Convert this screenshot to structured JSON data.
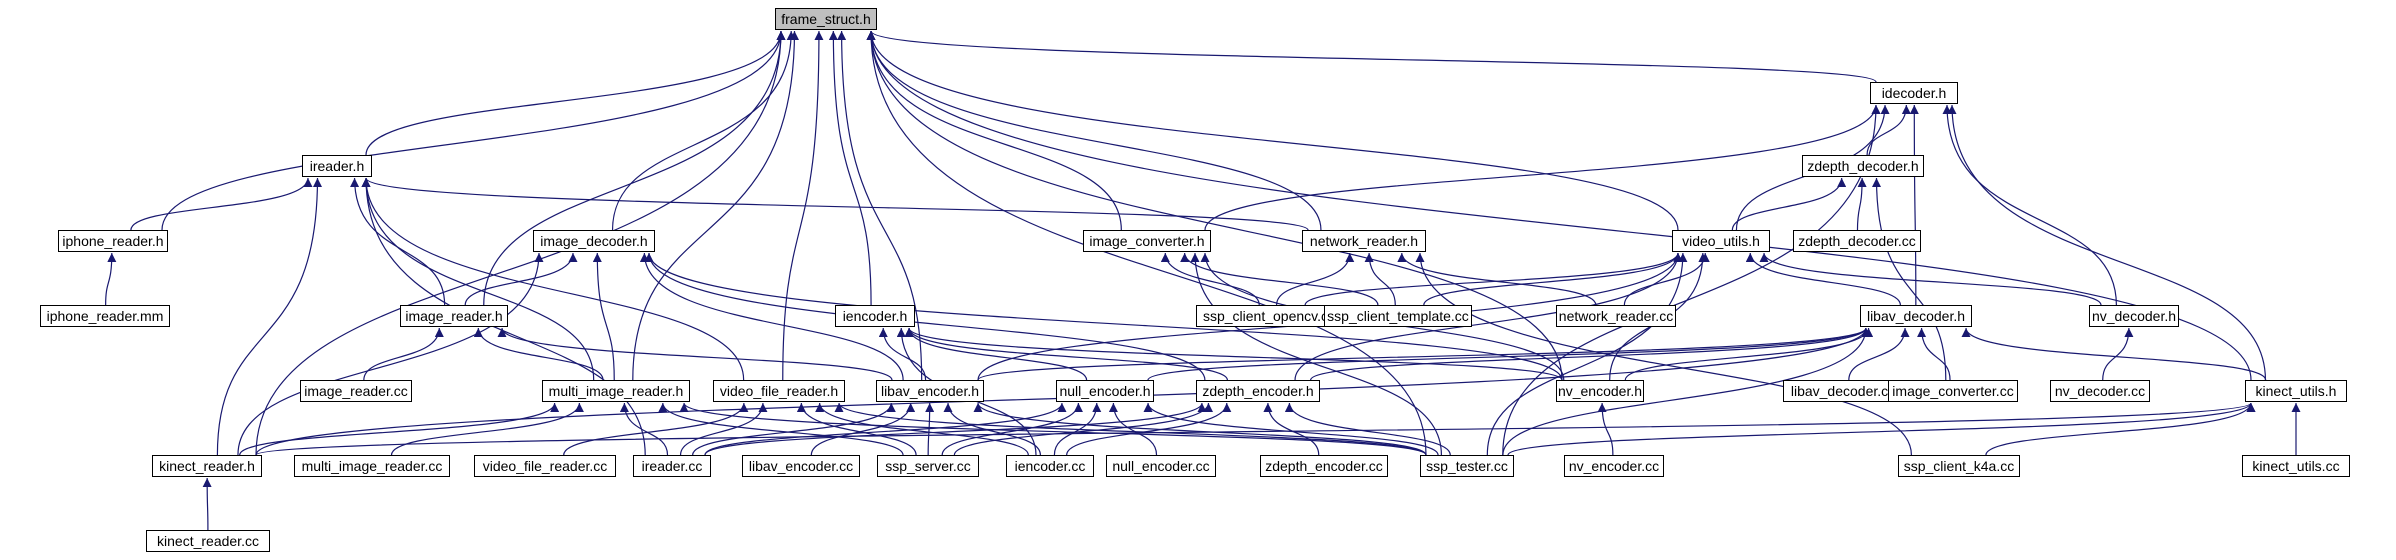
{
  "colors": {
    "edge": "#191970",
    "node_border": "#000000",
    "root_fill": "#bfbfbf",
    "node_fill": "#ffffff"
  },
  "nodes": [
    {
      "id": "frame_struct",
      "label": "frame_struct.h",
      "root": true
    },
    {
      "id": "idecoder",
      "label": "idecoder.h"
    },
    {
      "id": "ireader",
      "label": "ireader.h"
    },
    {
      "id": "zdepth_decoder",
      "label": "zdepth_decoder.h"
    },
    {
      "id": "iphone_reader",
      "label": "iphone_reader.h"
    },
    {
      "id": "image_decoder",
      "label": "image_decoder.h"
    },
    {
      "id": "image_converter",
      "label": "image_converter.h"
    },
    {
      "id": "network_reader",
      "label": "network_reader.h"
    },
    {
      "id": "video_utils",
      "label": "video_utils.h"
    },
    {
      "id": "zdepth_decoder_cc",
      "label": "zdepth_decoder.cc"
    },
    {
      "id": "iphone_reader_mm",
      "label": "iphone_reader.mm"
    },
    {
      "id": "image_reader",
      "label": "image_reader.h"
    },
    {
      "id": "iencoder",
      "label": "iencoder.h"
    },
    {
      "id": "ssp_client_opencv",
      "label": "ssp_client_opencv.cc"
    },
    {
      "id": "ssp_client_template",
      "label": "ssp_client_template.cc"
    },
    {
      "id": "network_reader_cc",
      "label": "network_reader.cc"
    },
    {
      "id": "libav_decoder",
      "label": "libav_decoder.h"
    },
    {
      "id": "nv_decoder",
      "label": "nv_decoder.h"
    },
    {
      "id": "image_reader_cc",
      "label": "image_reader.cc"
    },
    {
      "id": "multi_image_reader",
      "label": "multi_image_reader.h"
    },
    {
      "id": "video_file_reader",
      "label": "video_file_reader.h"
    },
    {
      "id": "libav_encoder",
      "label": "libav_encoder.h"
    },
    {
      "id": "null_encoder",
      "label": "null_encoder.h"
    },
    {
      "id": "zdepth_encoder",
      "label": "zdepth_encoder.h"
    },
    {
      "id": "nv_encoder",
      "label": "nv_encoder.h"
    },
    {
      "id": "libav_decoder_cc",
      "label": "libav_decoder.cc"
    },
    {
      "id": "image_converter_cc",
      "label": "image_converter.cc"
    },
    {
      "id": "nv_decoder_cc",
      "label": "nv_decoder.cc"
    },
    {
      "id": "kinect_utils",
      "label": "kinect_utils.h"
    },
    {
      "id": "kinect_reader",
      "label": "kinect_reader.h"
    },
    {
      "id": "multi_image_reader_cc",
      "label": "multi_image_reader.cc"
    },
    {
      "id": "video_file_reader_cc",
      "label": "video_file_reader.cc"
    },
    {
      "id": "ireader_cc",
      "label": "ireader.cc"
    },
    {
      "id": "libav_encoder_cc",
      "label": "libav_encoder.cc"
    },
    {
      "id": "ssp_server",
      "label": "ssp_server.cc"
    },
    {
      "id": "iencoder_cc",
      "label": "iencoder.cc"
    },
    {
      "id": "null_encoder_cc",
      "label": "null_encoder.cc"
    },
    {
      "id": "zdepth_encoder_cc",
      "label": "zdepth_encoder.cc"
    },
    {
      "id": "ssp_tester",
      "label": "ssp_tester.cc"
    },
    {
      "id": "nv_encoder_cc",
      "label": "nv_encoder.cc"
    },
    {
      "id": "ssp_client_k4a",
      "label": "ssp_client_k4a.cc"
    },
    {
      "id": "kinect_utils_cc",
      "label": "kinect_utils.cc"
    },
    {
      "id": "kinect_reader_cc",
      "label": "kinect_reader.cc"
    }
  ],
  "edges": [
    [
      "frame_struct",
      "ireader"
    ],
    [
      "frame_struct",
      "iphone_reader"
    ],
    [
      "frame_struct",
      "image_decoder"
    ],
    [
      "frame_struct",
      "image_converter"
    ],
    [
      "frame_struct",
      "network_reader"
    ],
    [
      "frame_struct",
      "video_utils"
    ],
    [
      "frame_struct",
      "image_reader"
    ],
    [
      "frame_struct",
      "iencoder"
    ],
    [
      "frame_struct",
      "multi_image_reader"
    ],
    [
      "frame_struct",
      "video_file_reader"
    ],
    [
      "frame_struct",
      "libav_encoder"
    ],
    [
      "frame_struct",
      "kinect_reader"
    ],
    [
      "frame_struct",
      "idecoder"
    ],
    [
      "frame_struct",
      "kinect_utils"
    ],
    [
      "frame_struct",
      "nv_encoder"
    ],
    [
      "frame_struct",
      "ssp_tester"
    ],
    [
      "idecoder",
      "zdepth_decoder"
    ],
    [
      "idecoder",
      "video_utils"
    ],
    [
      "idecoder",
      "image_converter"
    ],
    [
      "idecoder",
      "libav_decoder"
    ],
    [
      "idecoder",
      "nv_decoder"
    ],
    [
      "idecoder",
      "kinect_utils"
    ],
    [
      "idecoder",
      "ssp_tester"
    ],
    [
      "ireader",
      "iphone_reader"
    ],
    [
      "ireader",
      "network_reader"
    ],
    [
      "ireader",
      "image_reader"
    ],
    [
      "ireader",
      "multi_image_reader"
    ],
    [
      "ireader",
      "video_file_reader"
    ],
    [
      "ireader",
      "kinect_reader"
    ],
    [
      "ireader",
      "ireader_cc"
    ],
    [
      "zdepth_decoder",
      "zdepth_decoder_cc"
    ],
    [
      "zdepth_decoder",
      "video_utils"
    ],
    [
      "zdepth_decoder",
      "image_converter_cc"
    ],
    [
      "iphone_reader",
      "iphone_reader_mm"
    ],
    [
      "image_decoder",
      "image_reader"
    ],
    [
      "image_decoder",
      "multi_image_reader"
    ],
    [
      "image_decoder",
      "libav_encoder"
    ],
    [
      "image_decoder",
      "kinect_reader"
    ],
    [
      "image_decoder",
      "zdepth_encoder"
    ],
    [
      "image_decoder",
      "nv_encoder"
    ],
    [
      "image_converter",
      "ssp_client_opencv"
    ],
    [
      "image_converter",
      "ssp_client_template"
    ],
    [
      "image_converter",
      "ssp_tester"
    ],
    [
      "image_converter",
      "nv_encoder"
    ],
    [
      "network_reader",
      "ssp_client_opencv"
    ],
    [
      "network_reader",
      "ssp_client_template"
    ],
    [
      "network_reader",
      "network_reader_cc"
    ],
    [
      "network_reader",
      "ssp_client_k4a"
    ],
    [
      "video_utils",
      "ssp_client_opencv"
    ],
    [
      "video_utils",
      "ssp_client_template"
    ],
    [
      "video_utils",
      "network_reader_cc"
    ],
    [
      "video_utils",
      "libav_decoder"
    ],
    [
      "video_utils",
      "nv_decoder"
    ],
    [
      "video_utils",
      "libav_encoder"
    ],
    [
      "video_utils",
      "zdepth_encoder"
    ],
    [
      "video_utils",
      "ssp_tester"
    ],
    [
      "video_utils",
      "nv_encoder"
    ],
    [
      "image_reader",
      "image_reader_cc"
    ],
    [
      "image_reader",
      "multi_image_reader"
    ],
    [
      "image_reader",
      "libav_encoder"
    ],
    [
      "iencoder",
      "libav_encoder"
    ],
    [
      "iencoder",
      "null_encoder"
    ],
    [
      "iencoder",
      "zdepth_encoder"
    ],
    [
      "iencoder",
      "nv_encoder"
    ],
    [
      "iencoder",
      "iencoder_cc"
    ],
    [
      "libav_decoder",
      "libav_decoder_cc"
    ],
    [
      "libav_decoder",
      "image_converter_cc"
    ],
    [
      "libav_decoder",
      "kinect_utils"
    ],
    [
      "libav_decoder",
      "libav_encoder"
    ],
    [
      "libav_decoder",
      "null_encoder"
    ],
    [
      "libav_decoder",
      "zdepth_encoder"
    ],
    [
      "libav_decoder",
      "nv_encoder"
    ],
    [
      "libav_decoder",
      "ssp_tester"
    ],
    [
      "libav_decoder",
      "kinect_reader"
    ],
    [
      "nv_decoder",
      "nv_decoder_cc"
    ],
    [
      "multi_image_reader",
      "multi_image_reader_cc"
    ],
    [
      "multi_image_reader",
      "ireader_cc"
    ],
    [
      "multi_image_reader",
      "ssp_server"
    ],
    [
      "multi_image_reader",
      "ssp_tester"
    ],
    [
      "multi_image_reader",
      "kinect_reader"
    ],
    [
      "video_file_reader",
      "video_file_reader_cc"
    ],
    [
      "video_file_reader",
      "ireader_cc"
    ],
    [
      "video_file_reader",
      "ssp_server"
    ],
    [
      "video_file_reader",
      "ssp_tester"
    ],
    [
      "video_file_reader",
      "iencoder_cc"
    ],
    [
      "libav_encoder",
      "libav_encoder_cc"
    ],
    [
      "libav_encoder",
      "ssp_server"
    ],
    [
      "libav_encoder",
      "iencoder_cc"
    ],
    [
      "libav_encoder",
      "ireader_cc"
    ],
    [
      "libav_encoder",
      "ssp_tester"
    ],
    [
      "null_encoder",
      "null_encoder_cc"
    ],
    [
      "null_encoder",
      "iencoder_cc"
    ],
    [
      "null_encoder",
      "ssp_server"
    ],
    [
      "null_encoder",
      "ireader_cc"
    ],
    [
      "null_encoder",
      "ssp_tester"
    ],
    [
      "zdepth_encoder",
      "zdepth_encoder_cc"
    ],
    [
      "zdepth_encoder",
      "iencoder_cc"
    ],
    [
      "zdepth_encoder",
      "ssp_server"
    ],
    [
      "zdepth_encoder",
      "ssp_tester"
    ],
    [
      "zdepth_encoder",
      "ireader_cc"
    ],
    [
      "nv_encoder",
      "nv_encoder_cc"
    ],
    [
      "kinect_utils",
      "kinect_utils_cc"
    ],
    [
      "kinect_utils",
      "ssp_client_k4a"
    ],
    [
      "kinect_utils",
      "ssp_tester"
    ],
    [
      "kinect_utils",
      "kinect_reader"
    ],
    [
      "kinect_reader",
      "kinect_reader_cc"
    ]
  ]
}
